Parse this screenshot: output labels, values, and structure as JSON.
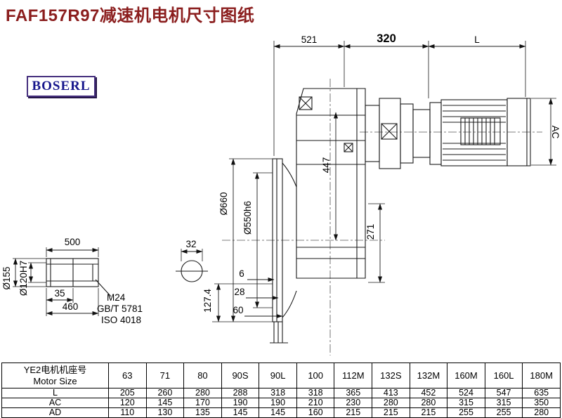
{
  "title": "FAF157R97减速机电机尺寸图纸",
  "logo_text": "BOSERL",
  "colors": {
    "title": "#8b1e1e",
    "logo_border": "#46307e",
    "logo_text": "#16168c",
    "line": "#1a1a1a"
  },
  "dims": {
    "top_a": "521",
    "top_b": "320",
    "top_c": "L",
    "ac": "AC",
    "h447": "447",
    "h271": "271",
    "flange_od": "Ø660",
    "flange_spigot": "Ø550h6",
    "shaft_len": "500",
    "key_w": "32",
    "step": "35",
    "shaft_total": "460",
    "thread": "M24",
    "std1": "GB/T 5781",
    "std2": "ISO 4018",
    "shaft_od": "Ø155",
    "bore": "Ø120H7",
    "foot_a": "6",
    "foot_b": "28",
    "foot_c": "60",
    "foot_h": "127.4"
  },
  "table": {
    "row_label_cn": "YE2电机机座号",
    "row_label_en": "Motor Size",
    "columns": [
      "63",
      "71",
      "80",
      "90S",
      "90L",
      "100",
      "112M",
      "132S",
      "132M",
      "160M",
      "160L",
      "180M"
    ],
    "rows": [
      {
        "label": "L",
        "values": [
          "205",
          "260",
          "280",
          "288",
          "318",
          "318",
          "365",
          "413",
          "452",
          "524",
          "547",
          "635"
        ]
      },
      {
        "label": "AC",
        "values": [
          "120",
          "145",
          "170",
          "190",
          "190",
          "210",
          "230",
          "280",
          "280",
          "315",
          "315",
          "350"
        ]
      },
      {
        "label": "AD",
        "values": [
          "110",
          "130",
          "135",
          "145",
          "145",
          "160",
          "215",
          "215",
          "215",
          "255",
          "255",
          "280"
        ]
      }
    ]
  }
}
